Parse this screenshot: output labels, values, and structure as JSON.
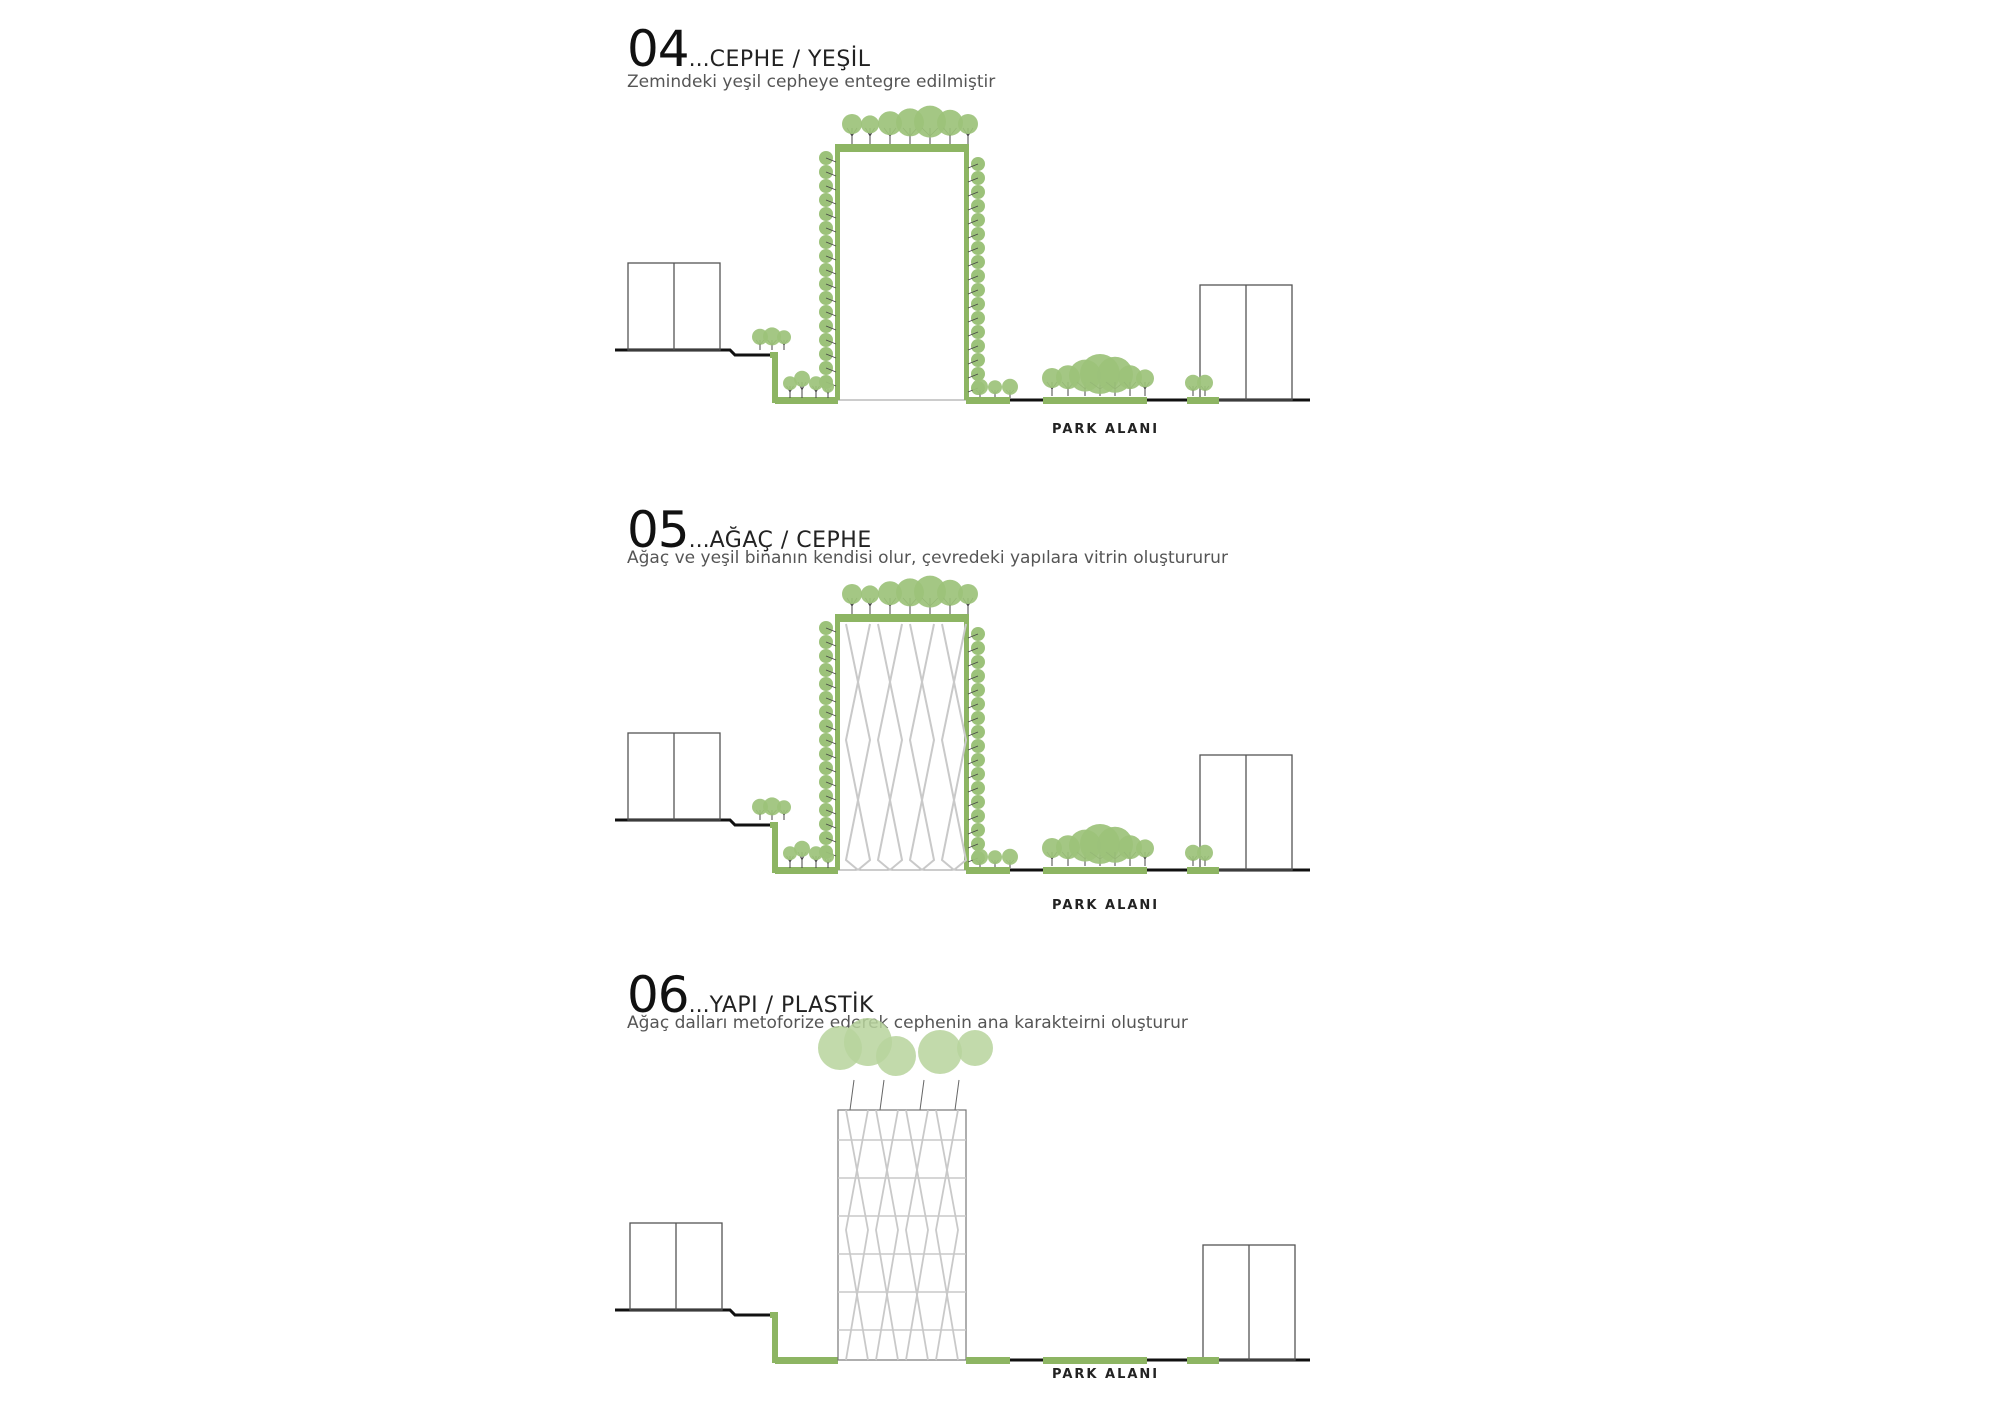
{
  "panels": [
    {
      "number": "04",
      "dots": "...",
      "title": "CEPHE / YEŞİL",
      "subtitle": "Zemindeki yeşil cepheye entegre edilmiştir",
      "park_label": "PARK ALANI",
      "variant": "green-facade"
    },
    {
      "number": "05",
      "dots": "...",
      "title": "AĞAÇ / CEPHE",
      "subtitle": "Ağaç ve yeşil binanın kendisi olur, çevredeki yapılara vitrin oluştururur",
      "park_label": "PARK ALANI",
      "variant": "tree-facade"
    },
    {
      "number": "06",
      "dots": "...",
      "title": "YAPI / PLASTİK",
      "subtitle": "Ağaç dalları metoforize ederek cephenin ana karakteirni oluşturur",
      "park_label": "PARK ALANI",
      "variant": "structure-plastic"
    }
  ],
  "colors": {
    "green": "#8db563",
    "green_dark": "#6f9a45",
    "tree": "#9cc27a",
    "tree_light": "#b7d39c",
    "line": "#111111",
    "outline": "#555555",
    "lattice": "#c9c9c9"
  }
}
